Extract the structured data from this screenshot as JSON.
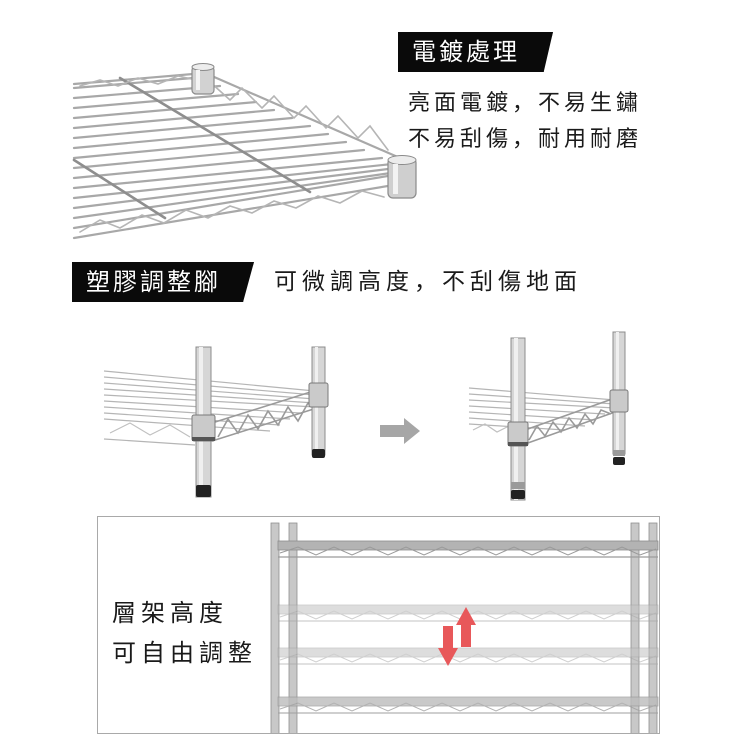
{
  "section_plating": {
    "label": "電鍍處理",
    "lines": [
      "亮面電鍍，不易生鏽",
      "不易刮傷，耐用耐磨"
    ],
    "image": "wire-shelf-corner-closeup"
  },
  "section_feet": {
    "label": "塑膠調整腳",
    "description": "可微調高度，不刮傷地面",
    "images": [
      "shelf-leg-before",
      "shelf-leg-after-adjusted"
    ],
    "arrow": "arrow-right-icon"
  },
  "section_height": {
    "lines": [
      "層架高度",
      "可自由調整"
    ],
    "image": "four-tier-wire-rack",
    "arrows": [
      "arrow-down-icon",
      "arrow-up-icon"
    ]
  },
  "colors": {
    "label_bg": "#0a0a0a",
    "label_text": "#ffffff",
    "text": "#1a1a1a",
    "chrome": "#b9b9b9",
    "chrome_dark": "#8c8c8c",
    "arrow_red": "#e8585a",
    "arrow_grey": "#a6a6a6",
    "panel_border": "#a9a9a9"
  }
}
